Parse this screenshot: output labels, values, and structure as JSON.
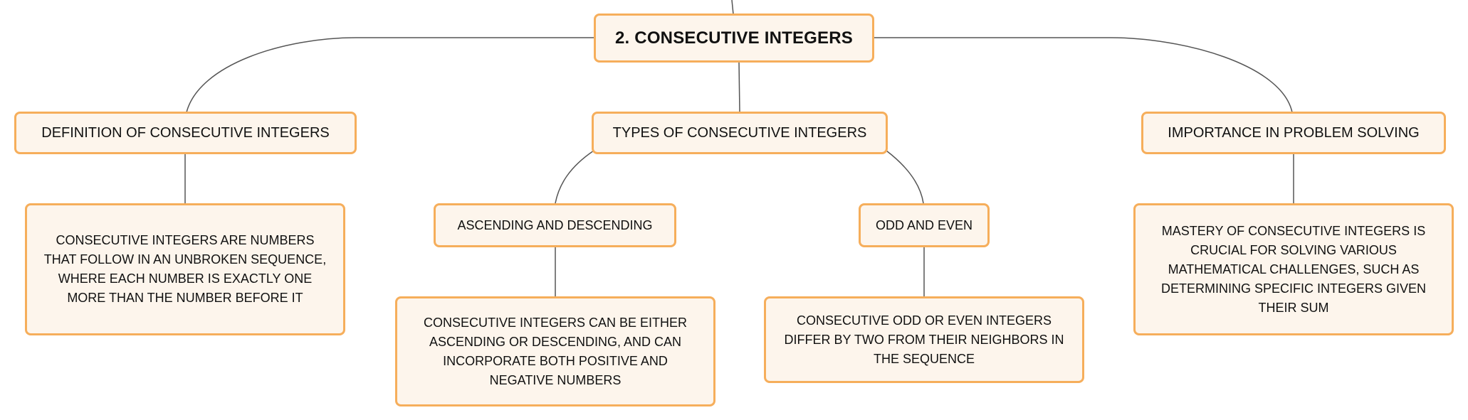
{
  "colors": {
    "node_border": "#f6ae5b",
    "node_fill": "#fdf5ec",
    "connector": "#555555",
    "text": "#111111"
  },
  "root": {
    "label": "2. CONSECUTIVE INTEGERS"
  },
  "branches": [
    {
      "label": "DEFINITION OF CONSECUTIVE INTEGERS",
      "detail": "CONSECUTIVE INTEGERS ARE NUMBERS THAT FOLLOW IN AN UNBROKEN SEQUENCE, WHERE EACH NUMBER IS EXACTLY ONE MORE THAN THE NUMBER BEFORE IT"
    },
    {
      "label": "TYPES OF CONSECUTIVE INTEGERS",
      "children": [
        {
          "label": "ASCENDING AND DESCENDING",
          "detail": "CONSECUTIVE INTEGERS CAN BE EITHER ASCENDING OR DESCENDING, AND CAN INCORPORATE BOTH POSITIVE AND NEGATIVE NUMBERS"
        },
        {
          "label": "ODD AND EVEN",
          "detail": "CONSECUTIVE ODD OR EVEN INTEGERS DIFFER BY TWO FROM THEIR NEIGHBORS IN THE SEQUENCE"
        }
      ]
    },
    {
      "label": "IMPORTANCE IN PROBLEM SOLVING",
      "detail": "MASTERY OF CONSECUTIVE INTEGERS IS CRUCIAL FOR SOLVING VARIOUS MATHEMATICAL CHALLENGES, SUCH AS DETERMINING SPECIFIC INTEGERS GIVEN THEIR SUM"
    }
  ]
}
